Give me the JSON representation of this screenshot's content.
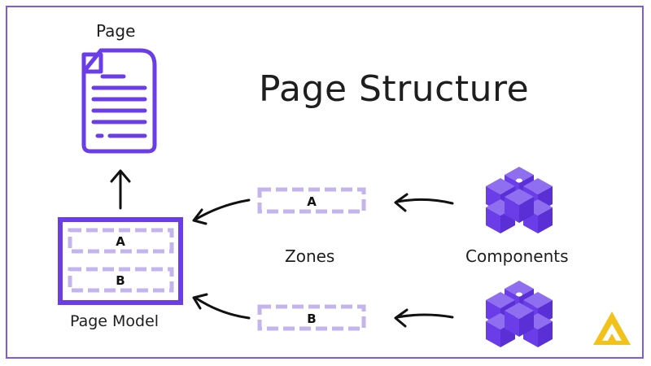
{
  "labels": {
    "page": "Page",
    "title": "Page Structure",
    "zones": "Zones",
    "components": "Components",
    "page_model": "Page Model",
    "model_slot_a": "A",
    "model_slot_b": "B",
    "zone_a": "A",
    "zone_b": "B"
  },
  "colors": {
    "purple": "#6a3de8",
    "light_purple": "#c4b4ee",
    "frame": "#7c5ce0",
    "logo_yellow": "#f2c21b",
    "text": "#1e1e1e"
  },
  "icons": [
    "document-icon",
    "cube-stack-icon",
    "logo-icon"
  ]
}
